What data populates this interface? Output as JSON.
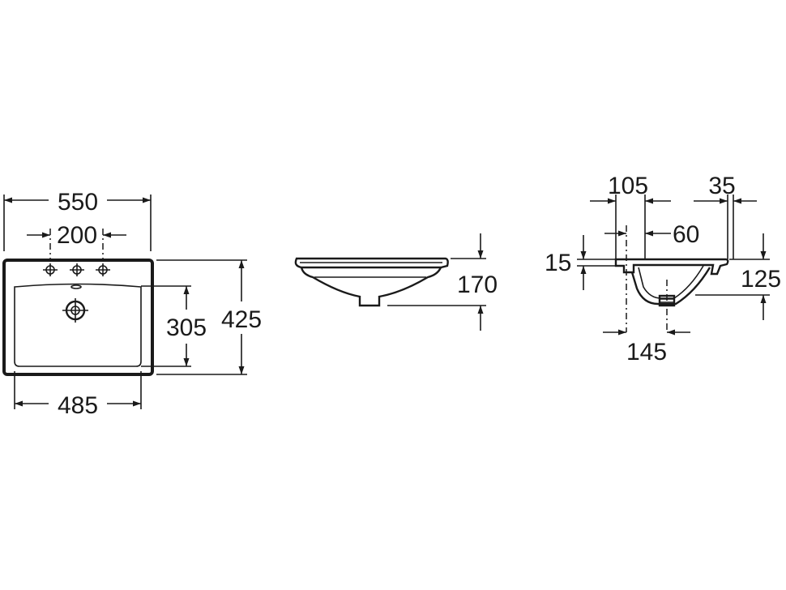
{
  "top_view": {
    "overall_width": "550",
    "tap_hole_spacing": "200",
    "bowl_depth": "305",
    "overall_depth": "425",
    "bowl_width": "485"
  },
  "front_view": {
    "height": "170"
  },
  "side_view": {
    "dim_105": "105",
    "dim_35": "35",
    "dim_60": "60",
    "dim_15": "15",
    "dim_125": "125",
    "dim_145": "145"
  },
  "colors": {
    "line": "#1a1a1a",
    "background": "#ffffff"
  }
}
